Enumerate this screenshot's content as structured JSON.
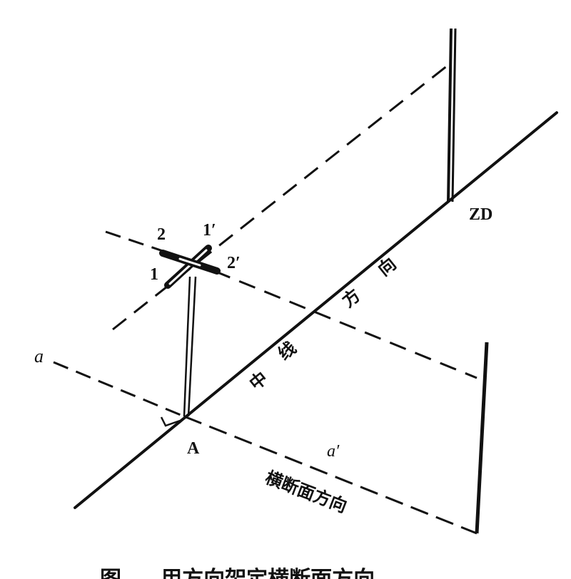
{
  "diagram": {
    "labels": {
      "point_a": "A",
      "point_zd": "ZD",
      "line_a": "a",
      "line_a_prime": "a′",
      "arm_1": "1",
      "arm_1_prime": "1′",
      "arm_2": "2",
      "arm_2_prime": "2′",
      "centerline_char_1": "中",
      "centerline_char_2": "线",
      "centerline_char_3": "方",
      "centerline_char_4": "向",
      "cross_section_direction": "横断面方向",
      "caption": "图 ... 用方向架定横断面方向"
    },
    "colors": {
      "ink": "#111111",
      "paper": "#ffffff"
    }
  }
}
